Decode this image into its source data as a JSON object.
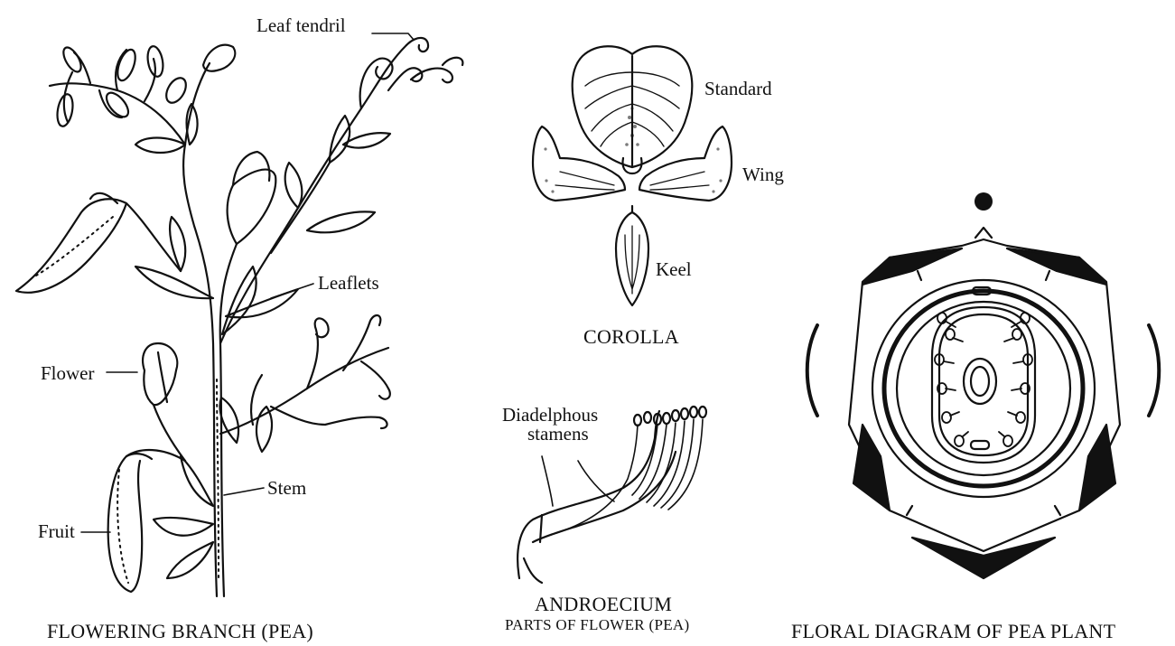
{
  "flowering_branch": {
    "caption": "FLOWERING BRANCH (PEA)",
    "labels": {
      "leaf_tendril": "Leaf tendril",
      "leaflets": "Leaflets",
      "flower": "Flower",
      "stem": "Stem",
      "fruit": "Fruit"
    }
  },
  "corolla": {
    "caption": "COROLLA",
    "labels": {
      "standard": "Standard",
      "wing": "Wing",
      "keel": "Keel"
    }
  },
  "androecium": {
    "caption": "ANDROECIUM",
    "subcaption": "PARTS OF FLOWER (PEA)",
    "label_line1": "Diadelphous",
    "label_line2": "stamens"
  },
  "floral_diagram": {
    "caption": "FLORAL DIAGRAM OF PEA PLANT"
  },
  "colors": {
    "ink": "#111111",
    "background": "#ffffff"
  }
}
